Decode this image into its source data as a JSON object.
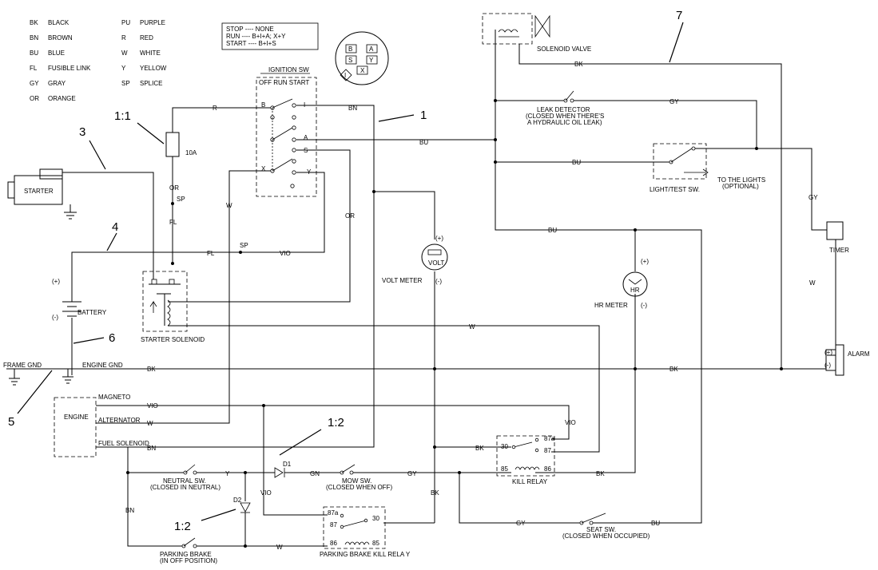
{
  "legend": [
    {
      "code": "BK",
      "name": "BLACK"
    },
    {
      "code": "BN",
      "name": "BROWN"
    },
    {
      "code": "BU",
      "name": "BLUE"
    },
    {
      "code": "FL",
      "name": "FUSIBLE LINK"
    },
    {
      "code": "GY",
      "name": "GRAY"
    },
    {
      "code": "OR",
      "name": "ORANGE"
    },
    {
      "code": "PU",
      "name": "PURPLE"
    },
    {
      "code": "R",
      "name": "RED"
    },
    {
      "code": "W",
      "name": "WHITE"
    },
    {
      "code": "Y",
      "name": "YELLOW"
    },
    {
      "code": "SP",
      "name": "SPLICE"
    }
  ],
  "states": [
    "STOP ---- NONE",
    "RUN ---- B+I+A; X+Y",
    "START ---- B+I+S"
  ],
  "connector": [
    "B",
    "A",
    "S",
    "Y",
    "I",
    "X"
  ],
  "ignition": {
    "title": "IGNITION SW",
    "positions": "OFF  RUN  START",
    "terms": [
      "B",
      "I",
      "A",
      "S",
      "X",
      "Y"
    ]
  },
  "components": {
    "starter": "STARTER",
    "solenoid_valve": "SOLENOID VALVE",
    "leak1": "LEAK DETECTOR",
    "leak2": "(CLOSED WHEN THERE'S",
    "leak3": "A HYDRAULIC OIL LEAK)",
    "light_sw": "LIGHT/TEST SW.",
    "lights1": "TO THE LIGHTS",
    "lights2": "(OPTIONAL)",
    "timer": "TIMER",
    "alarm": "ALARM",
    "volt": "VOLT",
    "volt_meter": "VOLT METER",
    "hr": "HR",
    "hr_meter": "HR METER",
    "battery": "BATTERY",
    "starter_sol": "STARTER SOLENOID",
    "fuse": "10A",
    "frame_gnd": "FRAME GND",
    "engine_gnd": "ENGINE GND",
    "engine": "ENGINE",
    "magneto": "MAGNETO",
    "alternator": "ALTERNATOR",
    "fuel_sol": "FUEL SOLENOID",
    "neutral1": "NEUTRAL SW.",
    "neutral2": "(CLOSED IN NEUTRAL)",
    "mow1": "MOW SW.",
    "mow2": "(CLOSED WHEN OFF)",
    "kill": "KILL RELAY",
    "pb_kill": "PARKING BRAKE KILL RELA Y",
    "seat1": "SEAT SW.",
    "seat2": "(CLOSED WHEN OCCUPIED)",
    "park1": "PARKING BRAKE",
    "park2": "(IN OFF POSITION)",
    "d1": "D1",
    "d2": "D2",
    "plus": "(+)",
    "minus": "(-)"
  },
  "relay_pins": [
    "87a",
    "87",
    "30",
    "85",
    "86"
  ],
  "wires": {
    "R": "R",
    "BN": "BN",
    "BU": "BU",
    "GY": "GY",
    "BK": "BK",
    "W": "W",
    "OR": "OR",
    "VIO": "VIO",
    "FL": "FL",
    "SP": "SP",
    "Y": "Y",
    "GN": "GN"
  },
  "callouts": [
    "1",
    "1:1",
    "3",
    "4",
    "6",
    "5",
    "7",
    "1:2",
    "1:2"
  ]
}
